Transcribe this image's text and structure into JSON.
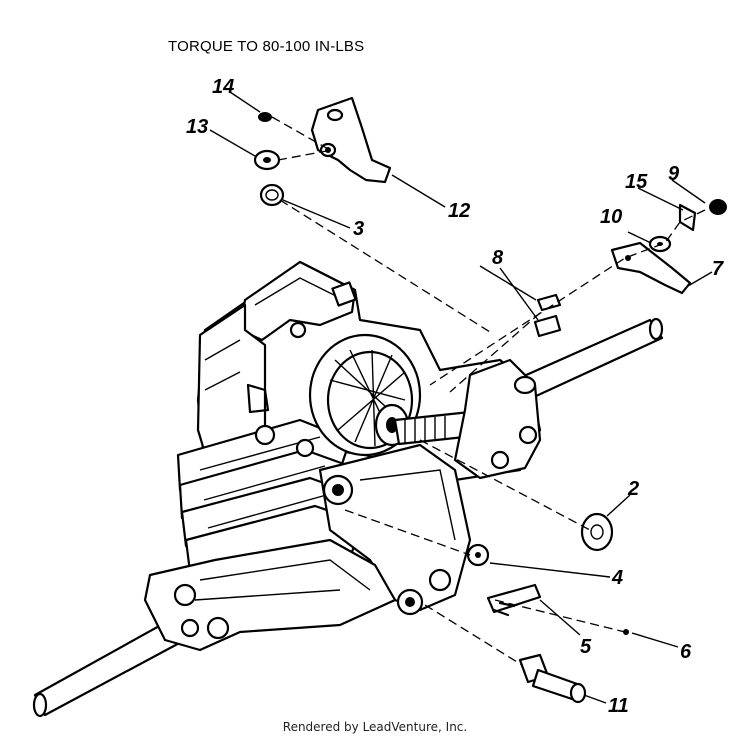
{
  "torque_note": "TORQUE TO 80-100 IN-LBS",
  "footer": "Rendered by LeadVenture, Inc.",
  "callouts": {
    "c2": "2",
    "c3": "3",
    "c4": "4",
    "c5": "5",
    "c6": "6",
    "c7": "7",
    "c8": "8",
    "c9": "9",
    "c10": "10",
    "c11": "11",
    "c12": "12",
    "c13": "13",
    "c14": "14",
    "c15": "15"
  }
}
